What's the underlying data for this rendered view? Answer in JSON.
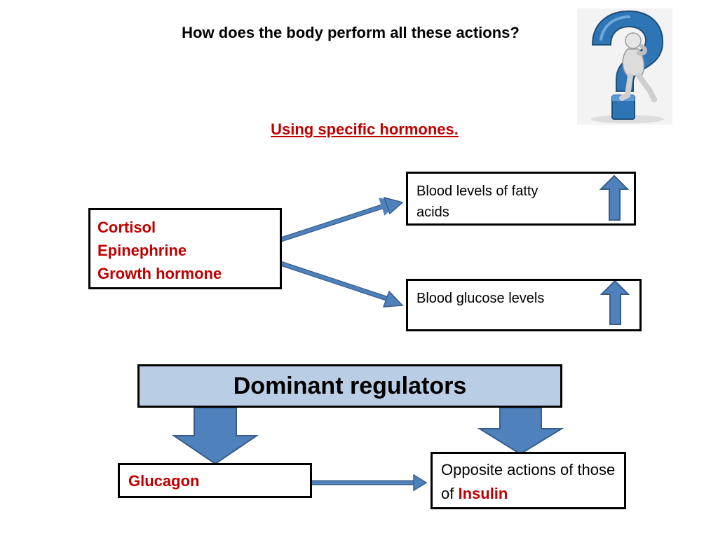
{
  "title": "How does the body perform all these actions?",
  "subtitle": "Using specific hormones.",
  "hormones": [
    "Cortisol",
    "Epinephrine",
    "Growth hormone"
  ],
  "effects": {
    "fatty_acids": "Blood levels of fatty acids",
    "glucose": "Blood glucose levels"
  },
  "dominant": {
    "label": "Dominant regulators",
    "glucagon": "Glucagon",
    "opposite_prefix": "Opposite actions of those of ",
    "insulin": "Insulin"
  },
  "colors": {
    "accent_red": "#c00000",
    "arrow_blue": "#4f81bd",
    "arrow_border": "#385d8a",
    "header_fill": "#b9cde5"
  },
  "icons": [
    "question-mark-figure-icon"
  ]
}
